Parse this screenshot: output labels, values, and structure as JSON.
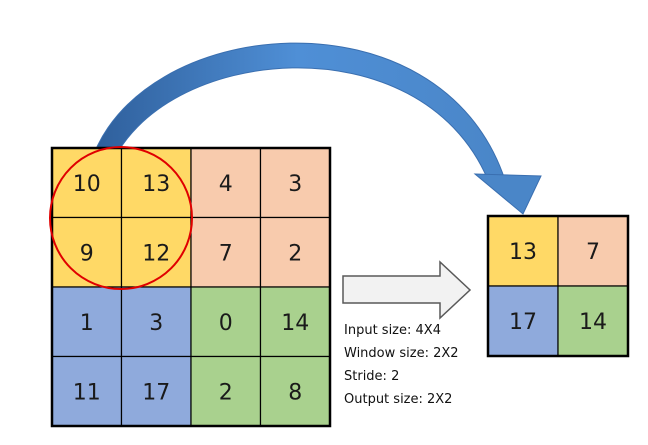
{
  "input_grid": {
    "cells": [
      [
        "10",
        "13",
        "4",
        "3"
      ],
      [
        "9",
        "12",
        "7",
        "2"
      ],
      [
        "1",
        "3",
        "0",
        "14"
      ],
      [
        "11",
        "17",
        "2",
        "8"
      ]
    ]
  },
  "output_grid": {
    "cells": [
      [
        "13",
        "7"
      ],
      [
        "17",
        "14"
      ]
    ]
  },
  "parameters": {
    "input_size": "Input size: 4X4",
    "window_size": "Window size: 2X2",
    "stride": "Stride: 2",
    "output_size": "Output size: 2X2"
  },
  "colors": {
    "top_left": "#ffd966",
    "top_right": "#f8cbad",
    "bottom_left": "#8faadc",
    "bottom_right": "#a9d18e",
    "highlight_circle": "#e00000",
    "curved_arrow": "#4a86c8",
    "straight_arrow_fill": "#f2f2f2",
    "straight_arrow_stroke": "#595959"
  }
}
